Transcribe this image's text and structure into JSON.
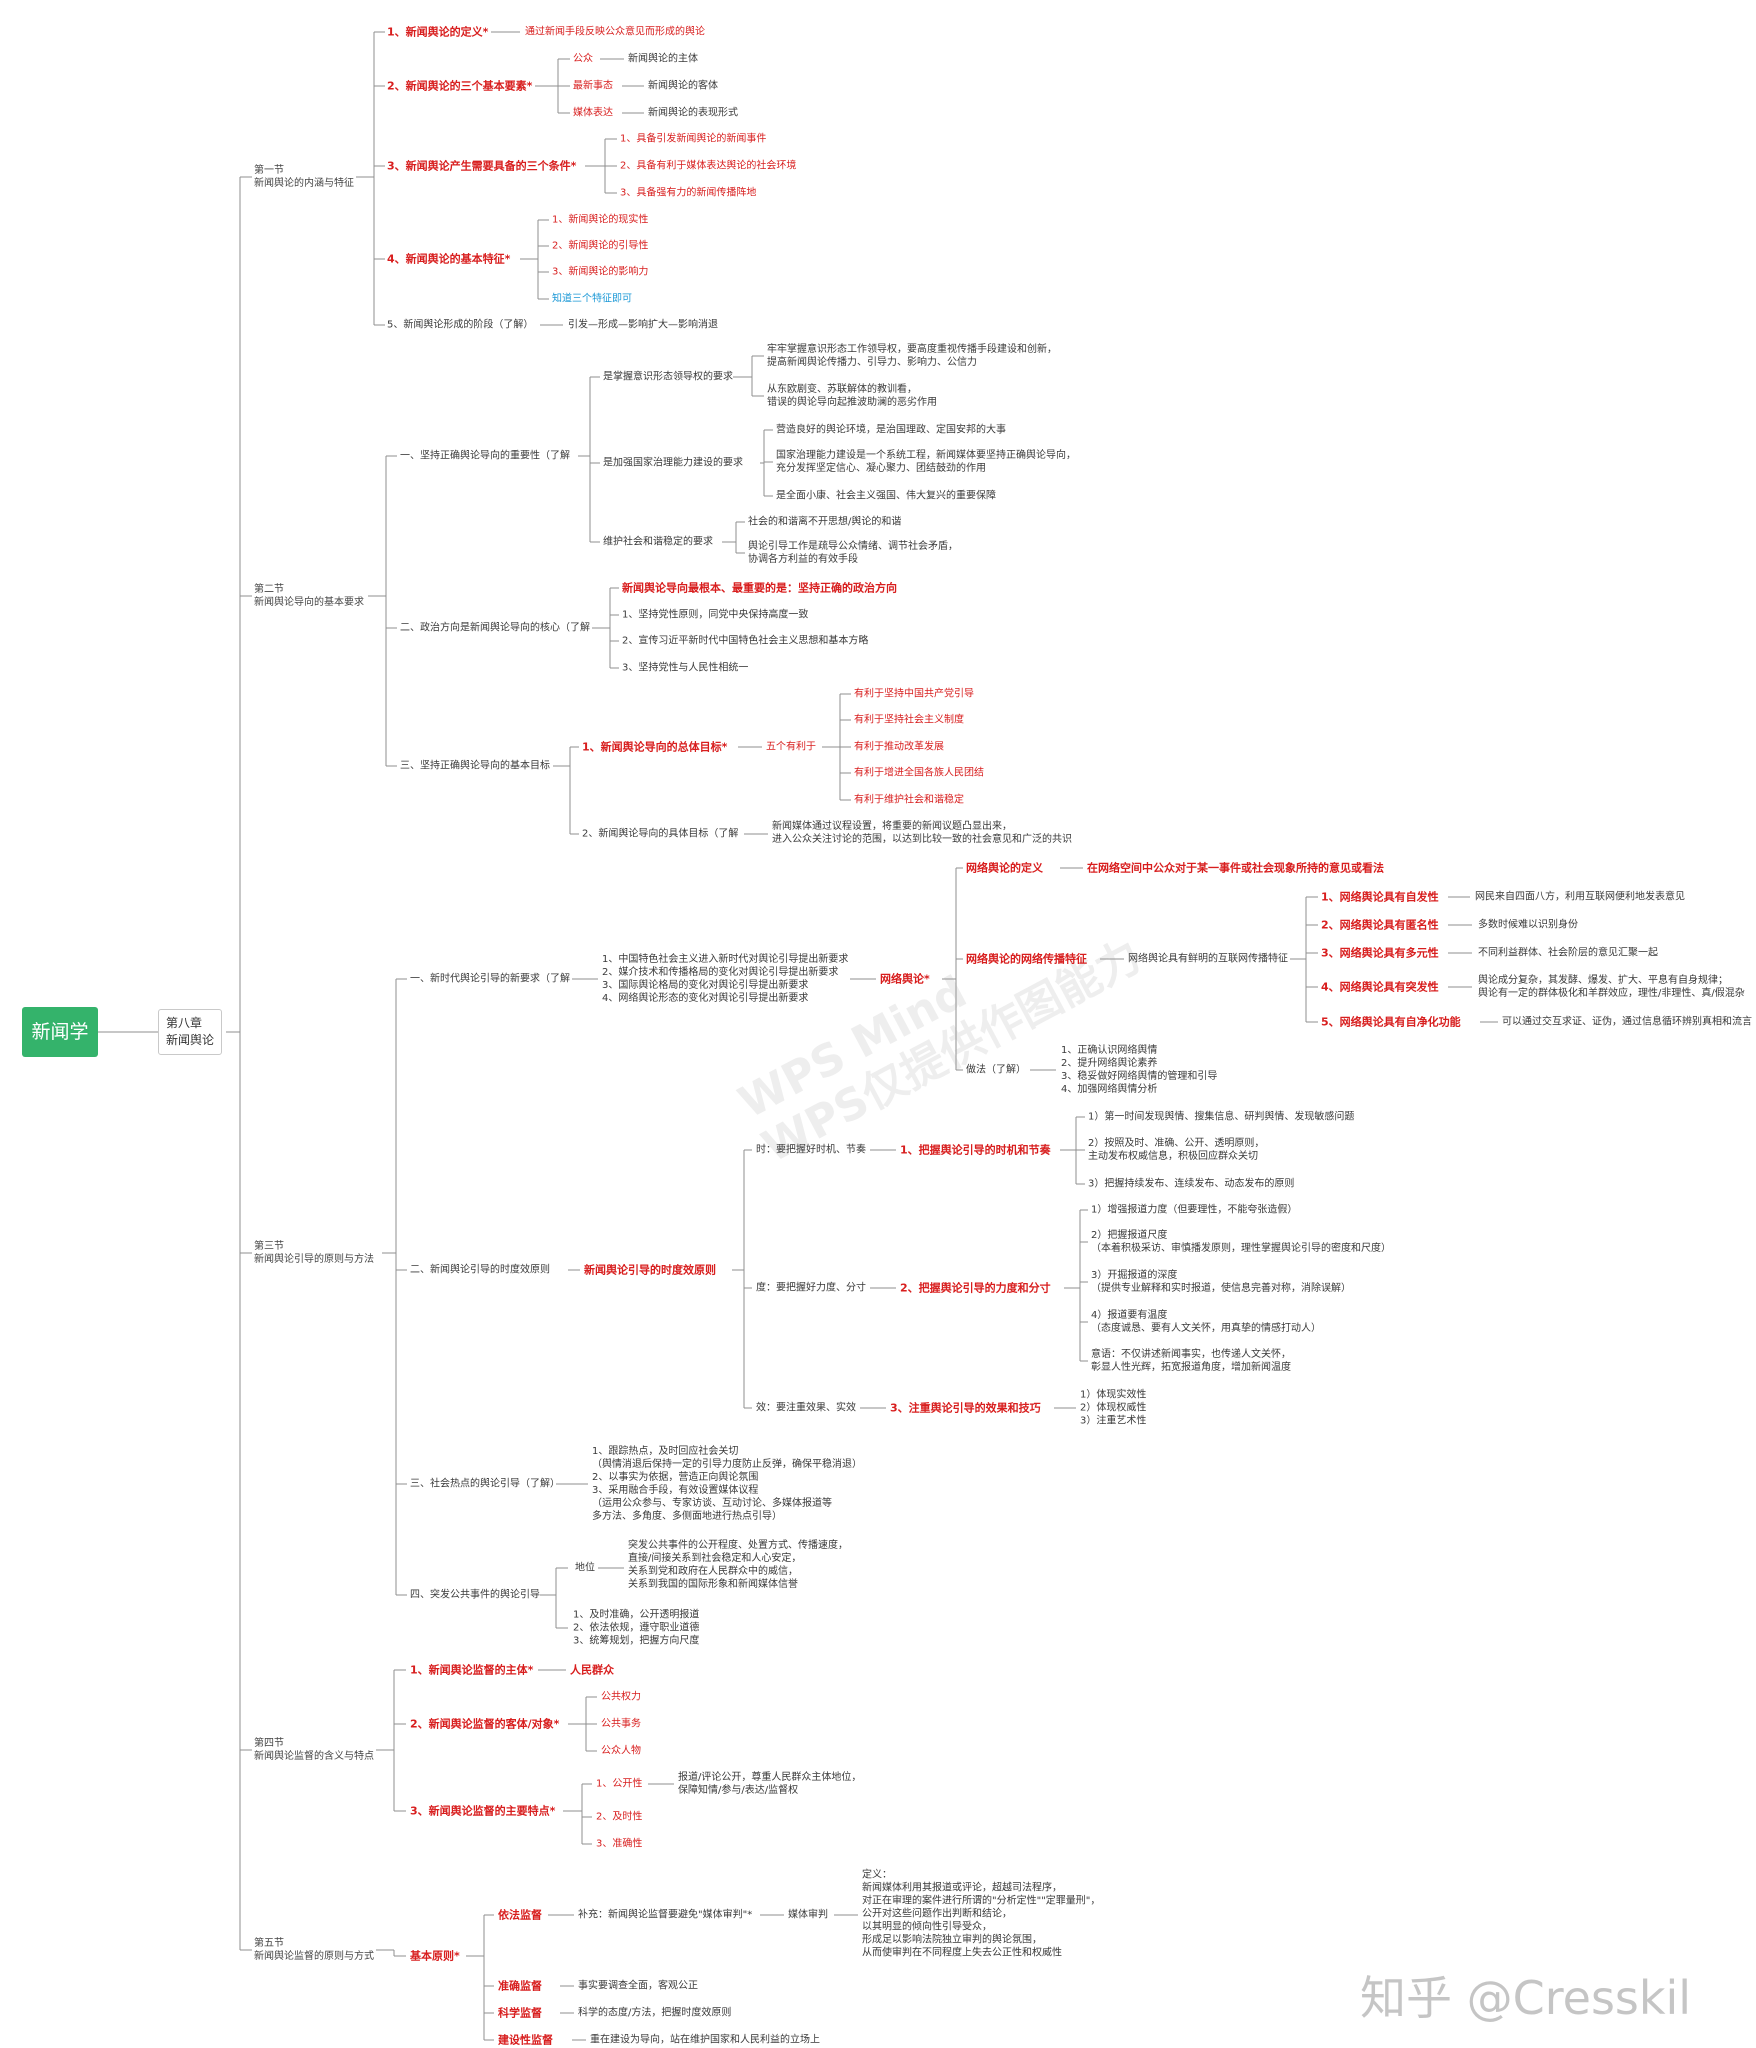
{
  "root": "新闻学",
  "chapter": "第八章\n新闻舆论",
  "watermark": "WPS Mind\nWPS仅提供作图能力",
  "corner_mark": "知乎 @Cresskil",
  "sections": {
    "s1": "第一节\n新闻舆论的内涵与特征",
    "s2": "第二节\n新闻舆论导向的基本要求",
    "s3": "第三节\n新闻舆论引导的原则与方法",
    "s4": "第四节\n新闻舆论监督的含义与特点",
    "s5": "第五节\n新闻舆论监督的原则与方式"
  },
  "s1": {
    "def": "1、新闻舆论的定义*",
    "def_t": "通过新闻手段反映公众意见而形成的舆论",
    "elem": "2、新闻舆论的三个基本要素*",
    "elem_a": "公众",
    "elem_a_t": "新闻舆论的主体",
    "elem_b": "最新事态",
    "elem_b_t": "新闻舆论的客体",
    "elem_c": "媒体表达",
    "elem_c_t": "新闻舆论的表现形式",
    "cond": "3、新闻舆论产生需要具备的三个条件*",
    "cond_1": "1、具备引发新闻舆论的新闻事件",
    "cond_2": "2、具备有利于媒体表达舆论的社会环境",
    "cond_3": "3、具备强有力的新闻传播阵地",
    "feat": "4、新闻舆论的基本特征*",
    "feat_1": "1、新闻舆论的现实性",
    "feat_2": "2、新闻舆论的引导性",
    "feat_3": "3、新闻舆论的影响力",
    "feat_4": "知道三个特征即可",
    "stage": "5、新闻舆论形成的阶段（了解）",
    "stage_t": "引发—形成—影响扩大—影响消退"
  },
  "s2": {
    "a": "一、坚持正确舆论导向的重要性（了解",
    "a1": "是掌握意识形态领导权的要求",
    "a1_t1": "牢牢掌握意识形态工作领导权，要高度重视传播手段建设和创新，\n提高新闻舆论传播力、引导力、影响力、公信力",
    "a1_t2": "从东欧剧变、苏联解体的教训看，\n错误的舆论导向起推波助澜的恶劣作用",
    "a2": "是加强国家治理能力建设的要求",
    "a2_t1": "营造良好的舆论环境，是治国理政、定国安邦的大事",
    "a2_t2": "国家治理能力建设是一个系统工程，新闻媒体要坚持正确舆论导向，\n充分发挥坚定信心、凝心聚力、团结鼓劲的作用",
    "a2_t3": "是全面小康、社会主义强国、伟大复兴的重要保障",
    "a3": "维护社会和谐稳定的要求",
    "a3_t1": "社会的和谐离不开思想/舆论的和谐",
    "a3_t2": "舆论引导工作是疏导公众情绪、调节社会矛盾，\n协调各方利益的有效手段",
    "b": "二、政治方向是新闻舆论导向的核心（了解",
    "b_h": "新闻舆论导向最根本、最重要的是：坚持正确的政治方向",
    "b_1": "1、坚持党性原则，同党中央保持高度一致",
    "b_2": "2、宣传习近平新时代中国特色社会主义思想和基本方略",
    "b_3": "3、坚持党性与人民性相统一",
    "c": "三、坚持正确舆论导向的基本目标",
    "c1": "1、新闻舆论导向的总体目标*",
    "c1_m": "五个有利于",
    "c1_1": "有利于坚持中国共产党引导",
    "c1_2": "有利于坚持社会主义制度",
    "c1_3": "有利于推动改革发展",
    "c1_4": "有利于增进全国各族人民团结",
    "c1_5": "有利于维护社会和谐稳定",
    "c2": "2、新闻舆论导向的具体目标（了解",
    "c2_t": "新闻媒体通过议程设置，将重要的新闻议题凸显出来，\n进入公众关注讨论的范围，以达到比较一致的社会意见和广泛的共识"
  },
  "s3": {
    "a": "一、新时代舆论引导的新要求（了解",
    "a_t": "1、中国特色社会主义进入新时代对舆论引导提出新要求\n2、媒介技术和传播格局的变化对舆论引导提出新要求\n3、国际舆论格局的变化对舆论引导提出新要求\n4、网络舆论形态的变化对舆论引导提出新要求",
    "net": "网络舆论*",
    "net_def": "网络舆论的定义",
    "net_def_t": "在网络空间中公众对于某一事件或社会现象所持的意见或看法",
    "net_feat": "网络舆论的网络传播特征",
    "net_feat_t": "网络舆论具有鲜明的互联网传播特征",
    "nf1": "1、网络舆论具有自发性",
    "nf1_t": "网民来自四面八方，利用互联网便利地发表意见",
    "nf2": "2、网络舆论具有匿名性",
    "nf2_t": "多数时候难以识别身份",
    "nf3": "3、网络舆论具有多元性",
    "nf3_t": "不同利益群体、社会阶层的意见汇聚一起",
    "nf4": "4、网络舆论具有突发性",
    "nf4_t": "舆论成分复杂，其发酵、爆发、扩大、平息有自身规律；\n舆论有一定的群体极化和羊群效应，理性/非理性、真/假混杂",
    "nf5": "5、网络舆论具有自净化功能",
    "nf5_t": "可以通过交互求证、证伪，通过信息循环辨别真相和流言",
    "net_do": "做法（了解）",
    "net_do_t": "1、正确认识网络舆情\n2、提升网络舆论素养\n3、稳妥做好网络舆情的管理和引导\n4、加强网络舆情分析",
    "b": "二、新闻舆论引导的时度效原则",
    "b_h": "新闻舆论引导的时度效原则",
    "t": "时：要把握好时机、节奏",
    "t_h": "1、把握舆论引导的时机和节奏",
    "t_1": "1）第一时间发现舆情、搜集信息、研判舆情、发现敏感问题",
    "t_2": "2）按照及时、准确、公开、透明原则，\n主动发布权威信息，积极回应群众关切",
    "t_3": "3）把握持续发布、连续发布、动态发布的原则",
    "d": "度：要把握好力度、分寸",
    "d_h": "2、把握舆论引导的力度和分寸",
    "d_1": "1）增强报道力度（但要理性，不能夸张造假）",
    "d_2": "2）把握报道尺度\n（本着积极采访、审慎播发原则，理性掌握舆论引导的密度和尺度）",
    "d_3": "3）开掘报道的深度\n（提供专业解释和实时报道，使信息完善对称，消除误解）",
    "d_4": "4）报道要有温度\n（态度诚恳、要有人文关怀，用真挚的情感打动人）",
    "d_5": "意语：不仅讲述新闻事实，也传递人文关怀，\n彰显人性光辉，拓宽报道角度，增加新闻温度",
    "e": "效：要注重效果、实效",
    "e_h": "3、注重舆论引导的效果和技巧",
    "e_t": "1）体现实效性\n2）体现权威性\n3）注重艺术性",
    "c": "三、社会热点的舆论引导（了解）",
    "c_t": "1、跟踪热点，及时回应社会关切\n（舆情消退后保持一定的引导力度防止反弹，确保平稳消退）\n2、以事实为依据，营造正向舆论氛围\n3、采用融合手段，有效设置媒体议程\n（运用公众参与、专家访谈、互动讨论、多媒体报道等\n多方法、多角度、多侧面地进行热点引导）",
    "f": "四、突发公共事件的舆论引导",
    "f_pos": "地位",
    "f_pos_t": "突发公共事件的公开程度、处置方式、传播速度，\n直接/间接关系到社会稳定和人心安定，\n关系到党和政府在人民群众中的威信，\n关系到我国的国际形象和新闻媒体信誉",
    "f_t": "1、及时准确，公开透明报道\n2、依法依规，遵守职业道德\n3、统筹规划，把握方向尺度"
  },
  "s4": {
    "a": "1、新闻舆论监督的主体*",
    "a_t": "人民群众",
    "b": "2、新闻舆论监督的客体/对象*",
    "b_1": "公共权力",
    "b_2": "公共事务",
    "b_3": "公众人物",
    "c": "3、新闻舆论监督的主要特点*",
    "c_1": "1、公开性",
    "c_1_t": "报道/评论公开，尊重人民群众主体地位，\n保障知情/参与/表达/监督权",
    "c_2": "2、及时性",
    "c_3": "3、准确性"
  },
  "s5": {
    "basic": "基本原则*",
    "law": "依法监督",
    "law_t": "补充：新闻舆论监督要避免\"媒体审判\"*",
    "law_m": "媒体审判",
    "law_def": "定义：\n新闻媒体利用其报道或评论，超越司法程序，\n对正在审理的案件进行所谓的\"分析定性\"\"定罪量刑\"，\n公开对这些问题作出判断和结论，\n以其明显的倾向性引导受众，\n形成足以影响法院独立审判的舆论氛围，\n从而使审判在不同程度上失去公正性和权威性",
    "acc": "准确监督",
    "acc_t": "事实要调查全面，客观公正",
    "sci": "科学监督",
    "sci_t": "科学的态度/方法，把握时度效原则",
    "con": "建设性监督",
    "con_t": "重在建设为导向，站在维护国家和人民利益的立场上"
  }
}
